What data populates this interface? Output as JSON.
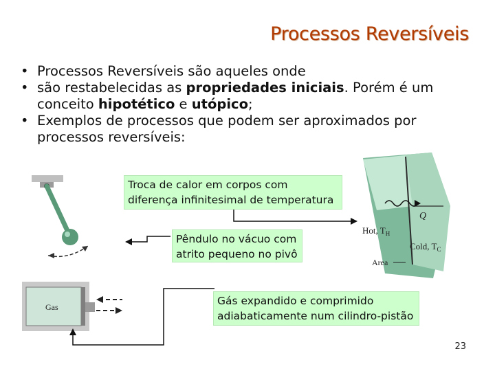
{
  "slide": {
    "title": "Processos Reversíveis",
    "page_number": "23"
  },
  "bullets": [
    {
      "parts": [
        {
          "text": "Processos Reversíveis são aqueles onde",
          "bold": false
        }
      ]
    },
    {
      "parts": [
        {
          "text": "são restabelecidas as ",
          "bold": false
        },
        {
          "text": "propriedades iniciais",
          "bold": true
        },
        {
          "text": ". Porém é um conceito ",
          "bold": false
        },
        {
          "text": "hipotético",
          "bold": true
        },
        {
          "text": " e ",
          "bold": false
        },
        {
          "text": "utópico",
          "bold": true
        },
        {
          "text": ";",
          "bold": false
        }
      ]
    },
    {
      "parts": [
        {
          "text": "Exemplos de processos que podem ser aproximados por processos reversíveis:",
          "bold": false
        }
      ]
    }
  ],
  "callouts": {
    "heat": "Troca de calor em corpos com diferença infinitesimal  de temperatura",
    "pendulum": "Pêndulo no vácuo com atrito pequeno no pivô",
    "gas": "Gás expandido e comprimido adiabaticamente num cilindro-pistão"
  },
  "figure_labels": {
    "hot": "Hot, T",
    "hot_sub": "H",
    "cold": "Cold, T",
    "cold_sub": "C",
    "heat_q": "Q",
    "area": "Area",
    "gas": "Gas"
  },
  "colors": {
    "title": "#b03a00",
    "callout_bg": "#ccffcc",
    "pendulum": "#5a9a78",
    "block": "#7fb99c",
    "gas_fill": "#cfe5da"
  }
}
